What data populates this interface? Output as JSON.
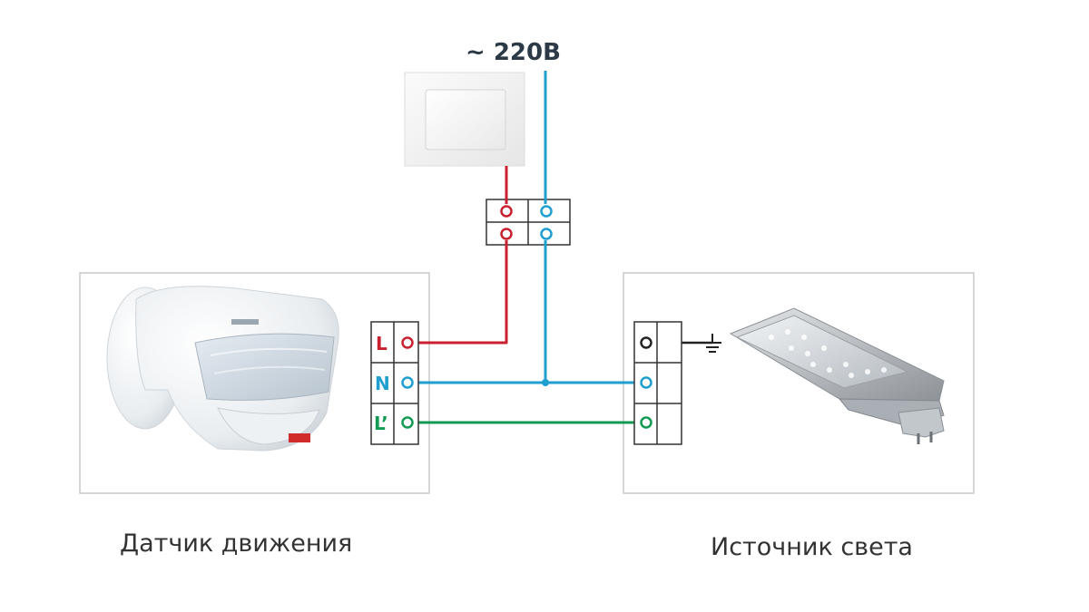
{
  "supply": {
    "label": "~ 220В"
  },
  "sensor": {
    "caption": "Датчик движения",
    "terminals": [
      {
        "label": "L",
        "color": "#c8202f"
      },
      {
        "label": "N",
        "color": "#1e9fd0"
      },
      {
        "label": "L’",
        "color": "#139a52"
      }
    ]
  },
  "light": {
    "caption": "Источник света"
  },
  "colors": {
    "phase": "#c8202f",
    "neutral": "#1e9fd0",
    "load": "#139a52",
    "ground": "#222222",
    "panel_border": "#c9c9c9",
    "terminal_border": "#333333"
  },
  "icons": [
    "ground-icon",
    "wall-switch-icon",
    "motion-sensor-icon",
    "street-lamp-icon"
  ]
}
